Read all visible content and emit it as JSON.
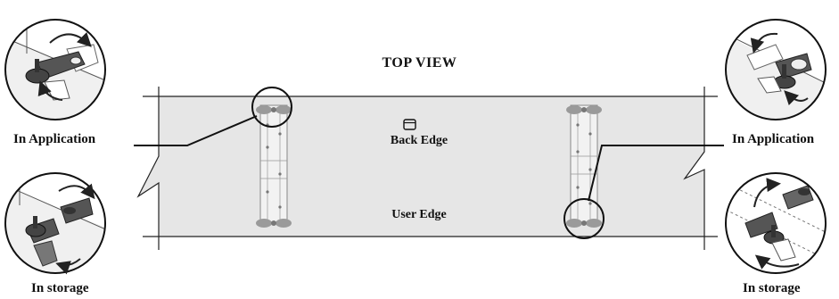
{
  "diagram": {
    "title": "TOP VIEW",
    "back_edge": "Back Edge",
    "user_edge": "User Edge",
    "left": {
      "application": "In Application",
      "storage": "In storage"
    },
    "right": {
      "application": "In Application",
      "storage": "In storage"
    }
  }
}
